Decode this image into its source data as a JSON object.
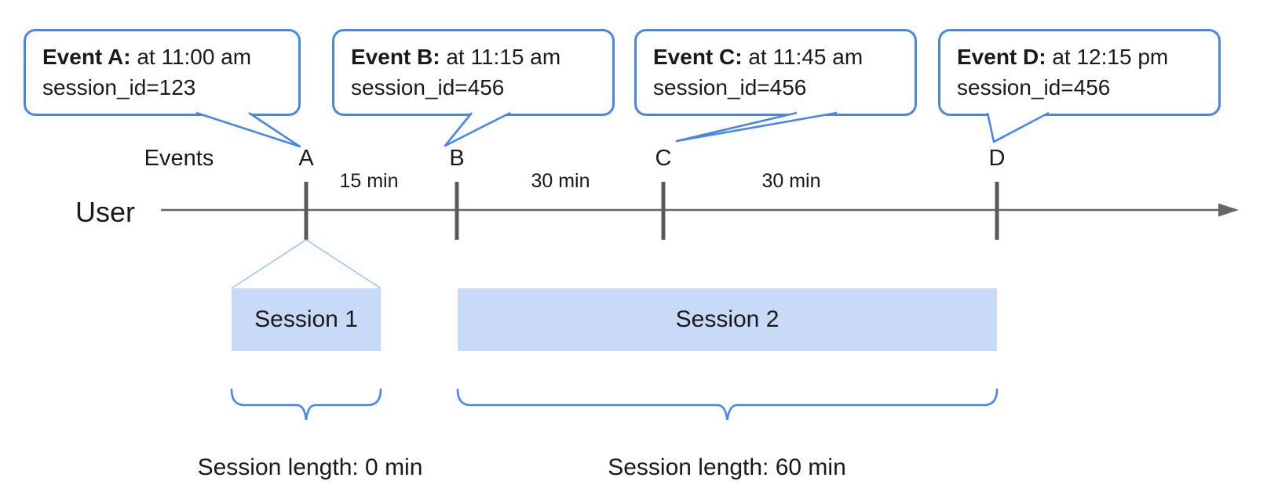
{
  "diagram": {
    "events_axis_label": "Events",
    "user_label": "User",
    "event_bubbles": [
      {
        "title": "Event A:",
        "time": " at 11:00 am",
        "session_id_line": "session_id=123"
      },
      {
        "title": "Event B:",
        "time": " at 11:15 am",
        "session_id_line": "session_id=456"
      },
      {
        "title": "Event C:",
        "time": " at 11:45 am",
        "session_id_line": "session_id=456"
      },
      {
        "title": "Event D:",
        "time": " at 12:15 pm",
        "session_id_line": "session_id=456"
      }
    ],
    "event_markers": [
      "A",
      "B",
      "C",
      "D"
    ],
    "interval_labels": [
      "15 min",
      "30 min",
      "30 min"
    ],
    "sessions": [
      {
        "label": "Session 1",
        "length_label": "Session length: 0 min"
      },
      {
        "label": "Session 2",
        "length_label": "Session length: 60 min"
      }
    ],
    "colors": {
      "accent_blue": "#4a86e8",
      "session_fill": "#c9daf8",
      "funnel_blue": "#9ec3f5",
      "line_gray": "#666666",
      "tick_gray": "#595959"
    }
  }
}
